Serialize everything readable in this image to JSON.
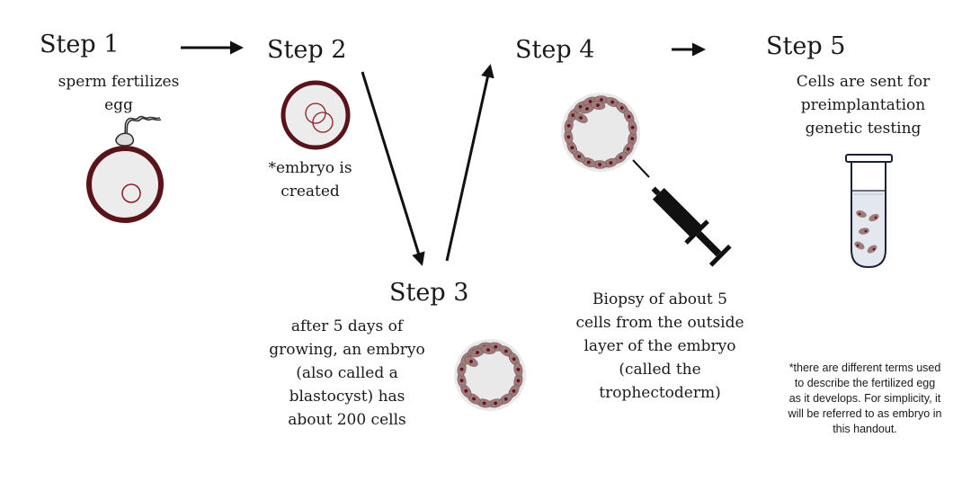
{
  "steps": [
    {
      "title": "Step 1",
      "description": "sperm fertilizes egg"
    },
    {
      "title": "Step 2",
      "description": "*embryo is created"
    },
    {
      "title": "Step 3",
      "description": "after 5 days of growing, an embryo (also called a blastocyst) has about 200 cells"
    },
    {
      "title": "Step 4",
      "description": "Biopsy of about 5 cells from the outside layer of the embryo (called the trophectoderm)"
    },
    {
      "title": "Step 5",
      "description": "Cells are sent for preimplantation genetic testing"
    }
  ],
  "footnote": "*there are different terms used to describe the fertilized egg as it develops. For simplicity, it will be referred to as embryo in this handout.",
  "icons": {
    "egg": "sperm-fertilizing-egg-icon",
    "embryo": "embryo-icon",
    "blastocyst": "blastocyst-icon",
    "syringe": "biopsy-syringe-icon",
    "tube": "test-tube-icon"
  },
  "colors": {
    "egg_membrane": "#5a1319",
    "cell_fill": "#9c7b7b",
    "cell_nucleus": "#6b0f1a",
    "outline": "#1a1a1a",
    "tube_liquid": "#e3e7ee"
  }
}
